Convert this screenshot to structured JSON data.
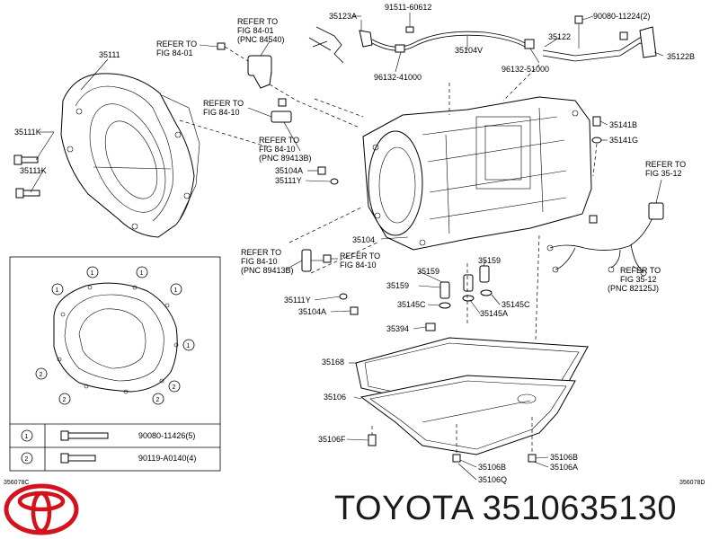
{
  "labels": {
    "p35111": "35111",
    "p35111k_a": "35111K",
    "p35111k_b": "35111K",
    "ref_84_01_a1": "REFER TO",
    "ref_84_01_a2": "FIG 84-01",
    "ref_84_01_b1": "REFER TO",
    "ref_84_01_b2": "FIG 84-01",
    "ref_84_01_b3": "(PNC 84540)",
    "p35123a": "35123A",
    "p91511": "91511-60612",
    "p96132_a": "96132-41000",
    "p35104v": "35104V",
    "p96132_b": "96132-51000",
    "p90080_11224": "90080-11224(2)",
    "p35122": "35122",
    "p35122b": "35122B",
    "ref_84_10_a1": "REFER TO",
    "ref_84_10_a2": "FIG 84-10",
    "ref_84_10_b1": "REFER TO",
    "ref_84_10_b2": "FIG 84-10",
    "ref_84_10_b3": "(PNC 89413B)",
    "p35104a_a": "35104A",
    "p35111y_a": "35111Y",
    "p35141b": "35141B",
    "p35141g": "35141G",
    "ref_35_12_a1": "REFER TO",
    "ref_35_12_a2": "FIG 35-12",
    "p35104": "35104",
    "ref_84_10_c1": "REFER TO",
    "ref_84_10_c2": "FIG 84-10",
    "ref_84_10_c3": "(PNC 89413B)",
    "ref_84_10_d1": "REFER TO",
    "ref_84_10_d2": "FIG 84-10",
    "p35159_a": "35159",
    "p35159_b": "35159",
    "p35159_c": "35159",
    "p35145c_a": "35145C",
    "p35145c_b": "35145C",
    "p35145a": "35145A",
    "p35111y_b": "35111Y",
    "p35104a_b": "35104A",
    "ref_35_12_b1": "REFER TO",
    "ref_35_12_b2": "FIG 35-12",
    "ref_35_12_b3": "(PNC 82125J)",
    "p35394": "35394",
    "p35168": "35168",
    "p35106": "35106",
    "p35106f": "35106F",
    "p35106b_a": "35106B",
    "p35106b_b": "35106B",
    "p35106a": "35106A",
    "p35106q": "35106Q",
    "img_code_left": "356078C",
    "img_code_right": "356078D"
  },
  "inset": {
    "circle_1": "1",
    "circle_2": "2",
    "bolt_1_part": "90080-11426(5)",
    "bolt_2_part": "90119-A0140(4)"
  },
  "footer": {
    "brand": "TOYOTA",
    "part_number": "3510635130"
  }
}
